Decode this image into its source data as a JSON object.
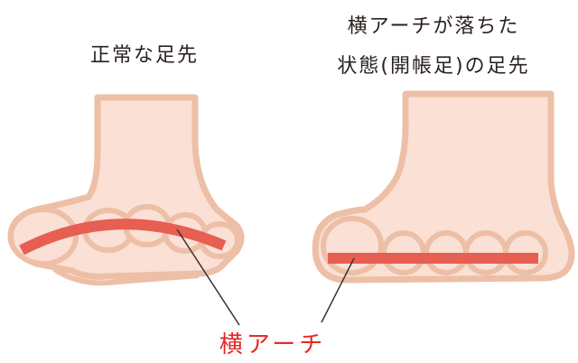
{
  "titles": {
    "normal": "正常な足先",
    "fallen_line1": "横アーチが落ちた",
    "fallen_line2": "状態(開帳足)の足先"
  },
  "label": {
    "transverse_arch": "横アーチ"
  },
  "colors": {
    "skin_fill": "#fae0d5",
    "skin_outline": "#edbfa6",
    "arch_band": "#e65f52",
    "label_red": "#e52a25",
    "pointer_line": "#3a3330",
    "text": "#2b2220"
  }
}
